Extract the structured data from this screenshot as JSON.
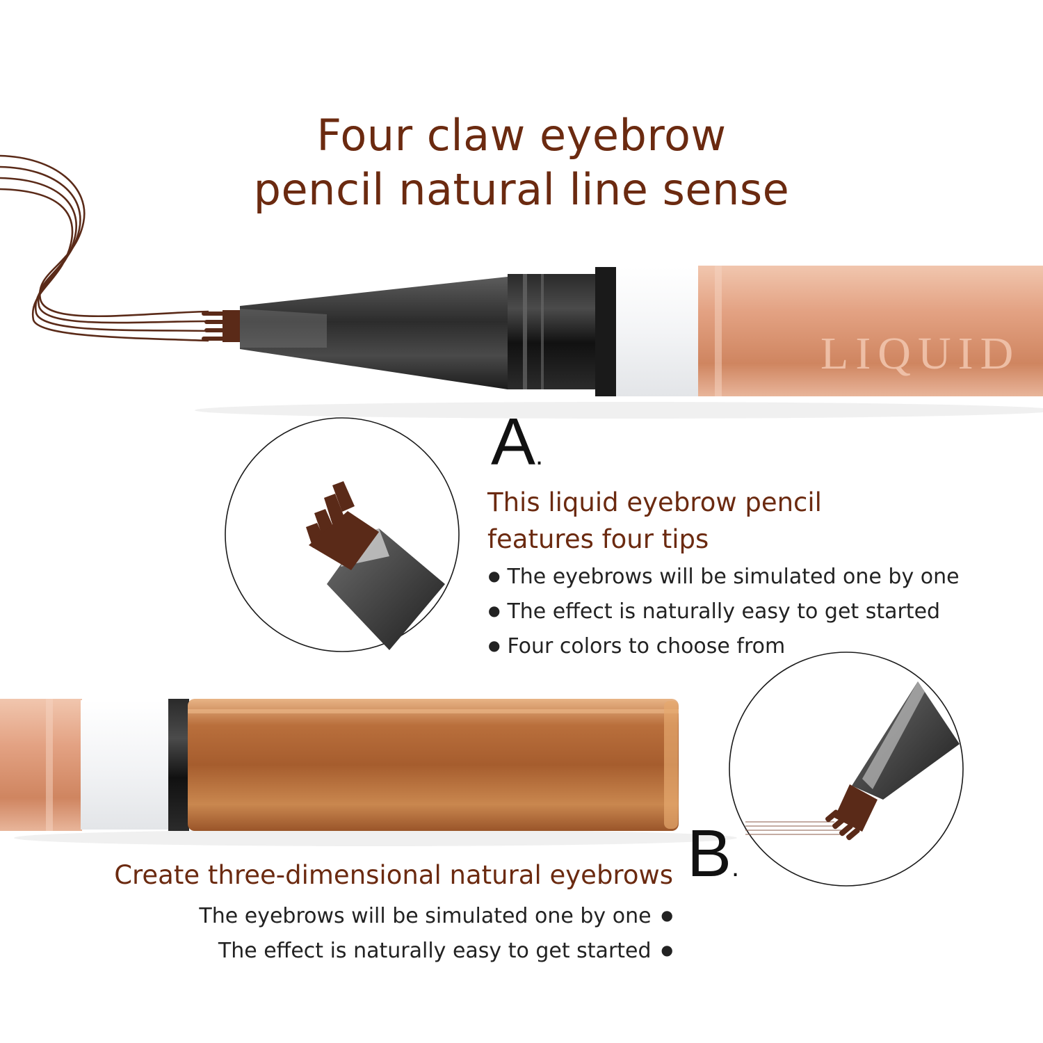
{
  "title": {
    "line1": "Four claw eyebrow",
    "line2": "pencil natural line sense"
  },
  "pencil_a": {
    "barrel_text": "LIQUID"
  },
  "section_a": {
    "letter": "A",
    "heading_line1": "This liquid eyebrow pencil",
    "heading_line2": "features four tips",
    "bullets": [
      "The eyebrows will be simulated one by one",
      "The effect is naturally easy to get started",
      "Four colors to choose from"
    ]
  },
  "section_b": {
    "letter": "B",
    "heading": "Create three-dimensional natural eyebrows",
    "bullets": [
      "The eyebrows will be simulated one by one",
      "The effect is naturally easy to get started"
    ]
  },
  "colors": {
    "brand_brown": "#6b2a10",
    "ink_brown": "#5a2a18",
    "barrel_copper": "#d9987a",
    "cap_copper": "#c07a45"
  }
}
